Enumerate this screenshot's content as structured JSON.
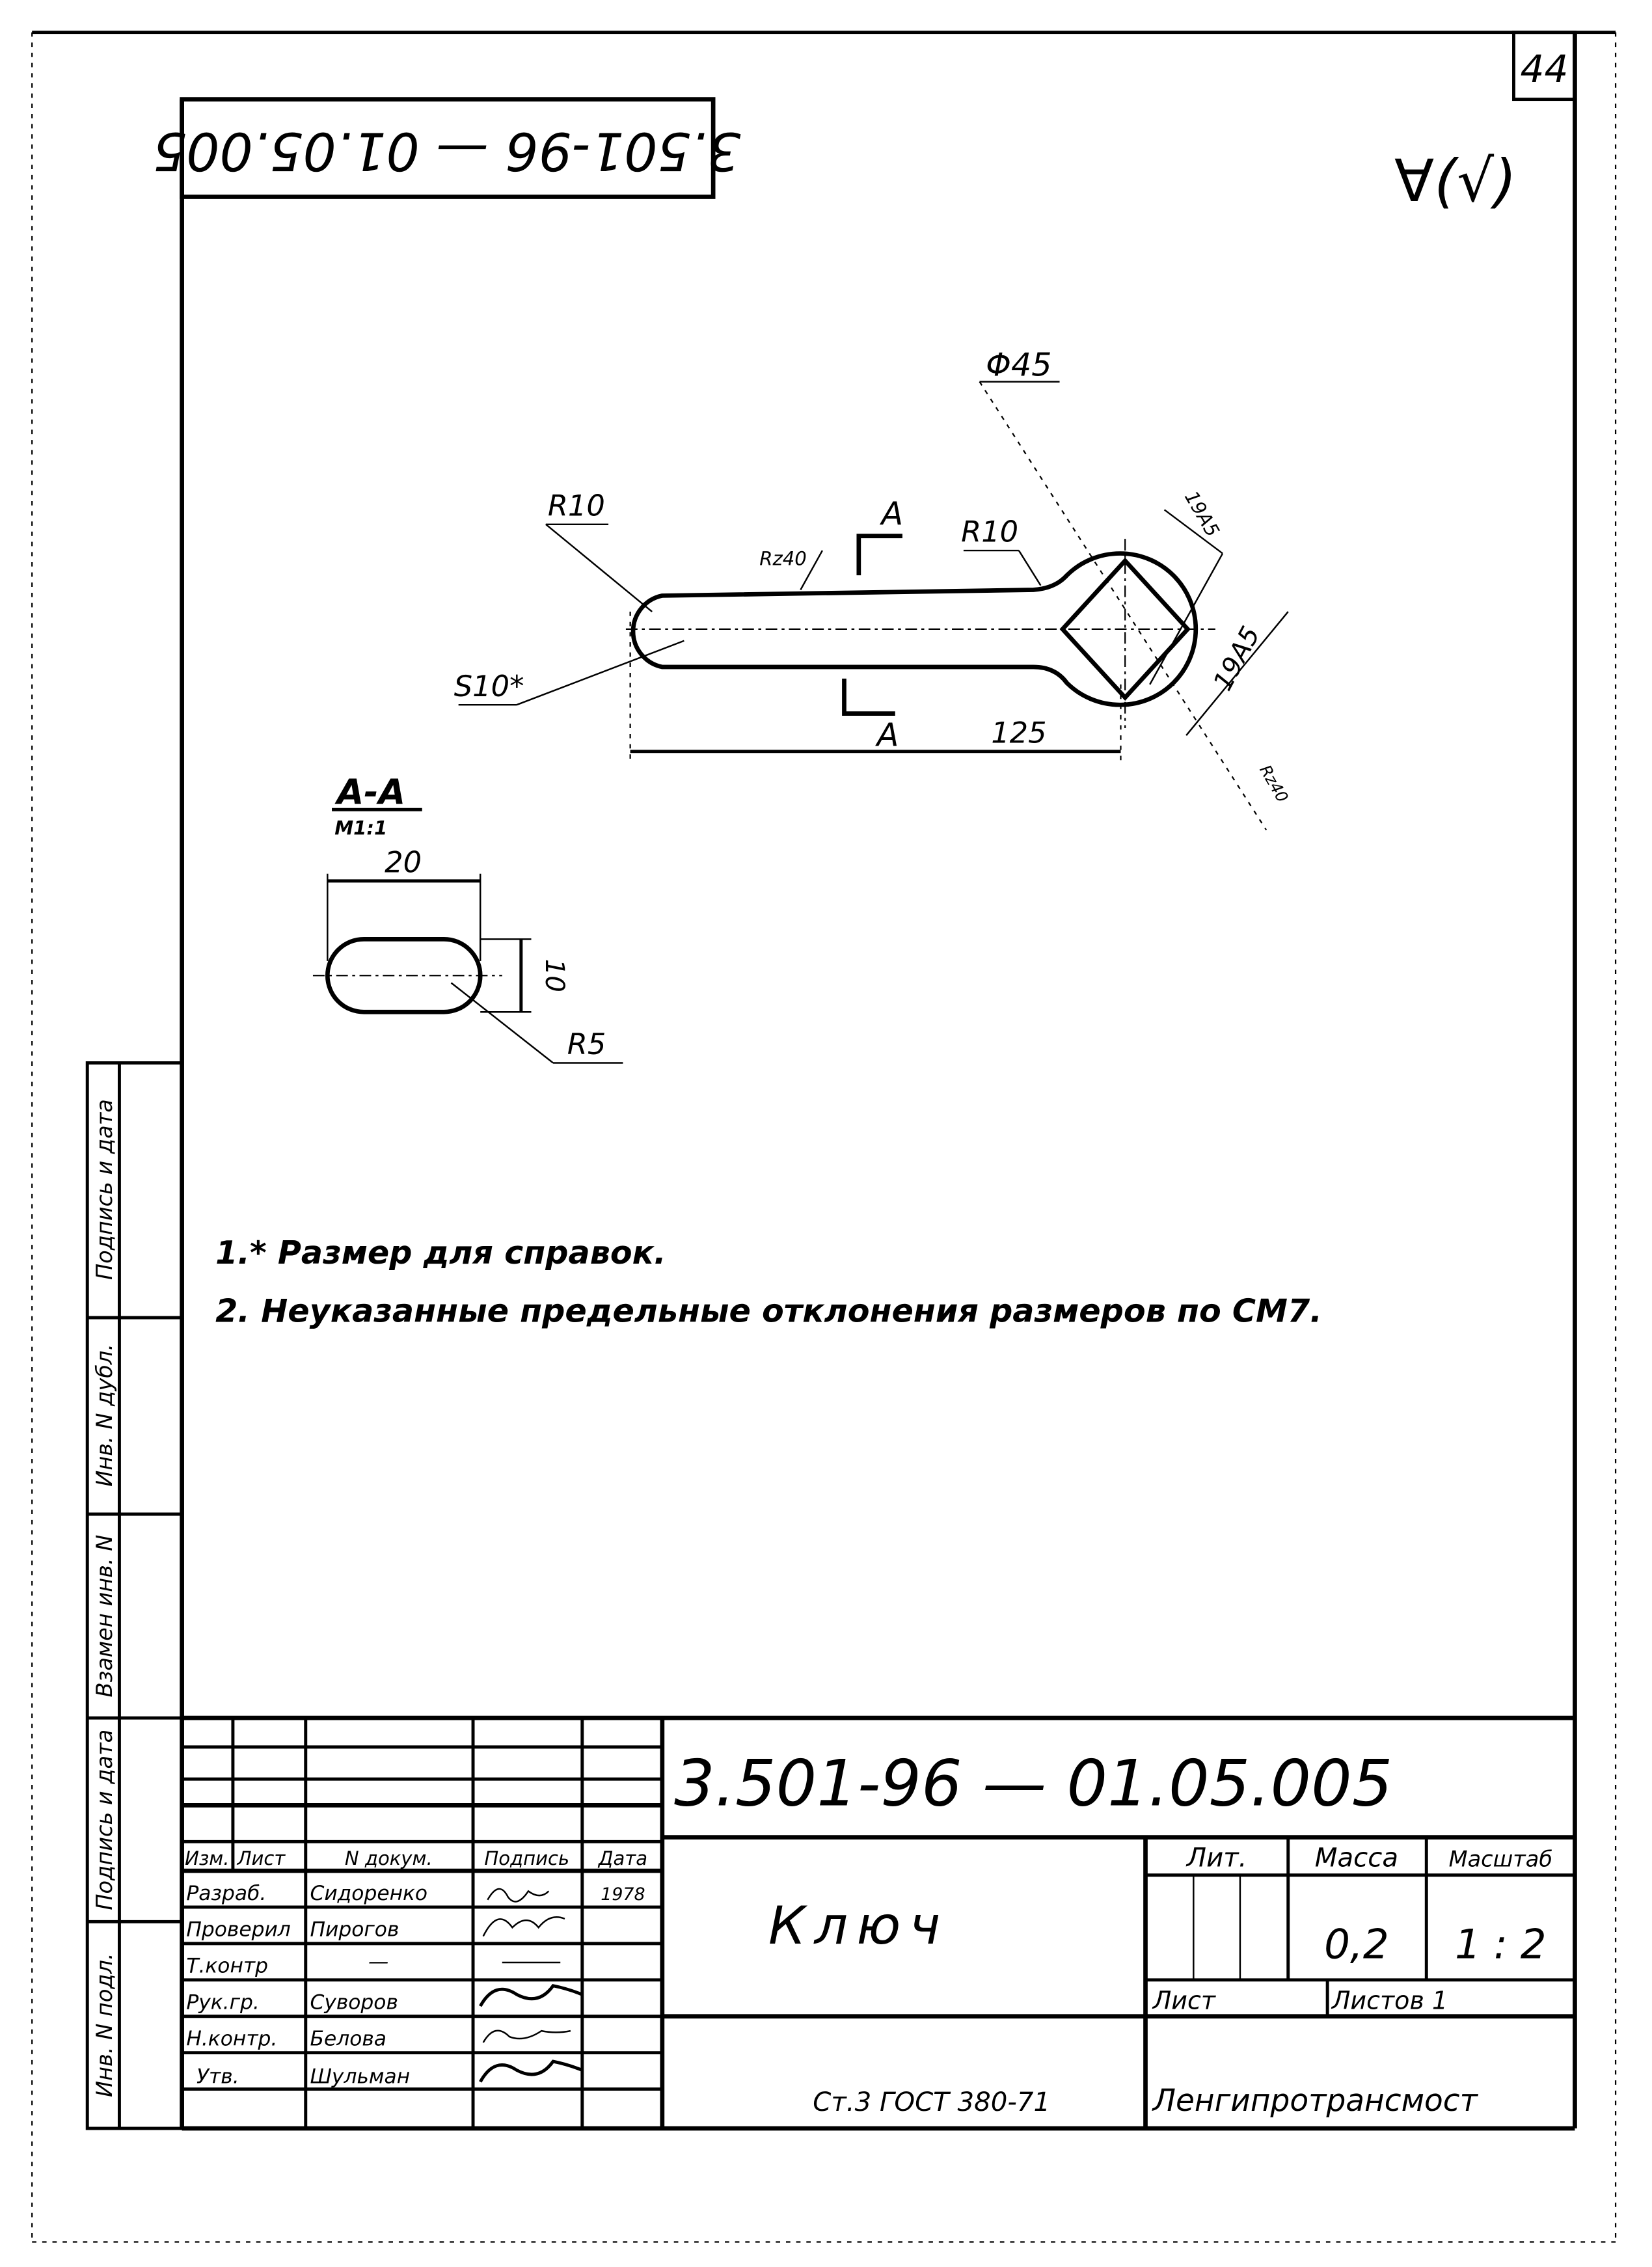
{
  "sheet_number": "44",
  "doc_code_stamp": "3.501-96 — 01.05.005",
  "roughness_symbol": "∀(√)",
  "drawing": {
    "dim_diameter": "Φ45",
    "dim_r10_left": "R10",
    "dim_r10_right": "R10",
    "dim_s10": "S10*",
    "roughness_rz40": "Rz40",
    "section_mark_top": "A",
    "section_mark_bottom": "A",
    "dim_length": "125",
    "dim_19a5_top": "19A5",
    "dim_19a5_side": "19A5",
    "roughness_fe": "Rz40"
  },
  "section": {
    "title": "A-A",
    "scale": "M1:1",
    "dim_width": "20",
    "dim_height": "10",
    "dim_radius": "R5"
  },
  "notes": [
    "1.* Размер для справок.",
    "2. Неуказанные предельные отклонения размеров по СМ7."
  ],
  "side_strip": [
    "Инв. N подл.",
    "Подпись и дата",
    "Взамен инв. N",
    "Инв. N дубл.",
    "Подпись и дата"
  ],
  "title_block": {
    "doc_code": "3.501-96 — 01.05.005",
    "headers": {
      "izm": "Изм.",
      "list": "Лист",
      "doc": "N докум.",
      "sign": "Подпись",
      "date": "Дата"
    },
    "rows": [
      {
        "role": "Разраб.",
        "name": "Сидоренко",
        "date": "1978"
      },
      {
        "role": "Проверил",
        "name": "Пирогов",
        "date": ""
      },
      {
        "role": "Т.контр",
        "name": "—",
        "date": ""
      },
      {
        "role": "Рук.гр.",
        "name": "Суворов",
        "date": ""
      },
      {
        "role": "Н.контр.",
        "name": "Белова",
        "date": ""
      },
      {
        "role": "Утв.",
        "name": "Шульман",
        "date": ""
      }
    ],
    "part_name": "Ключ",
    "material": "Ст.3  ГОСТ 380-71",
    "lit_label": "Лит.",
    "mass_label": "Масса",
    "scale_label": "Масштаб",
    "mass_value": "0,2",
    "scale_value": "1 : 2",
    "sheet_label": "Лист",
    "sheets_label": "Листов 1",
    "organization": "Ленгипротрансмост"
  }
}
